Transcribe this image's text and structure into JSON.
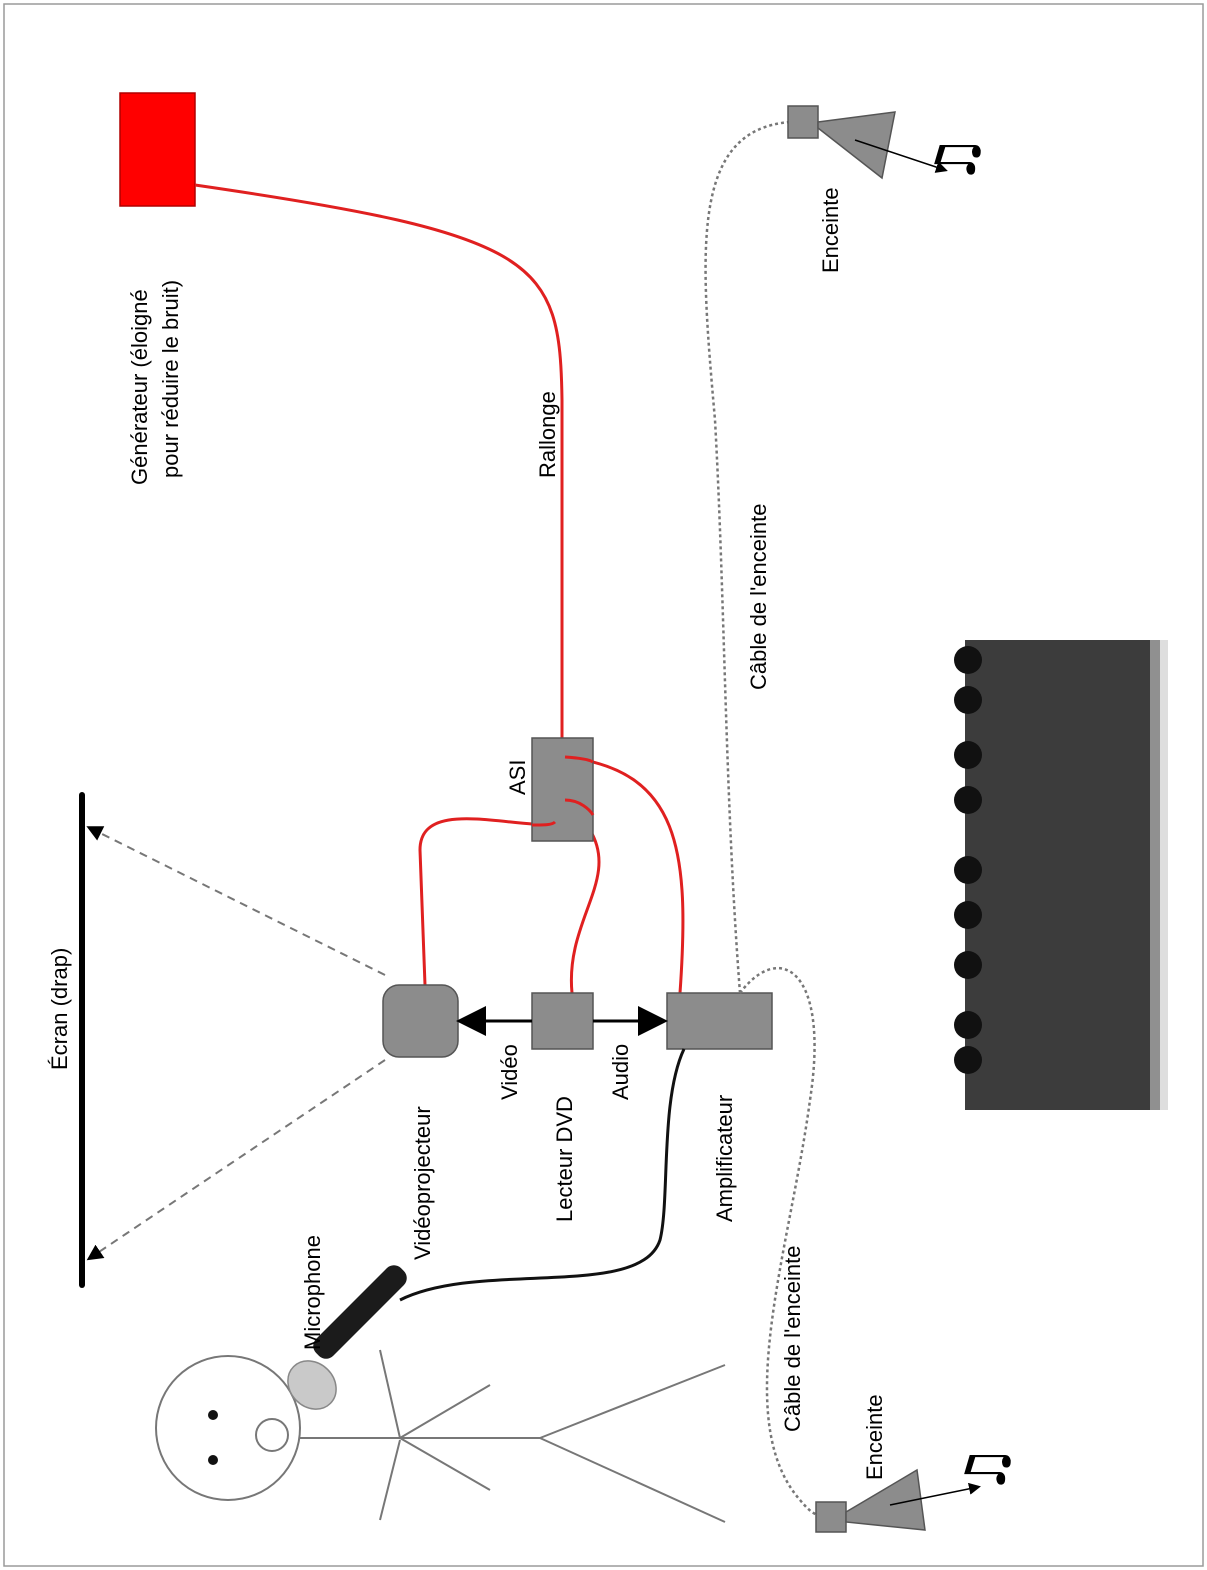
{
  "labels": {
    "ecran": "Écran (drap)",
    "videoprojecteur": "Vidéoprojecteur",
    "lecteur_dvd": "Lecteur DVD",
    "amplificateur": "Amplificateur",
    "video": "Vidéo",
    "audio": "Audio",
    "asi": "ASI",
    "rallonge": "Rallonge",
    "generateur_line1": "Générateur (éloigné",
    "generateur_line2": "pour réduire le bruit)",
    "enceinte_top": "Enceinte",
    "enceinte_bottom": "Enceinte",
    "cable_enceinte_top": "Câble de l'enceinte",
    "cable_enceinte_bottom": "Câble de l'enceinte",
    "microphone": "Microphone"
  },
  "colors": {
    "power_cable": "#e02020",
    "generator": "#ff0000",
    "device": "#8c8c8c",
    "signal_cable": "#111111",
    "speaker_cable": "#777777"
  },
  "icons": {
    "music": "music-note-icon",
    "crowd": "crowd-silhouette",
    "person": "stick-figure",
    "microphone": "microphone-icon"
  }
}
